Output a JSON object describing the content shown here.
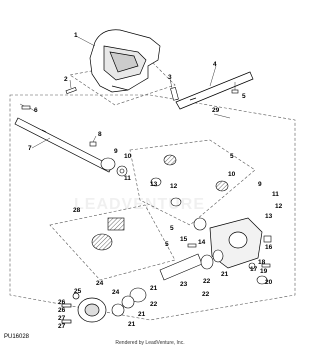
{
  "callouts": [
    "1",
    "2",
    "3",
    "4",
    "5",
    "6",
    "7",
    "8",
    "9",
    "10",
    "11",
    "12",
    "13",
    "28",
    "29",
    "14",
    "15",
    "16",
    "17",
    "18",
    "19",
    "20",
    "21",
    "22",
    "23",
    "24",
    "25",
    "26",
    "27",
    "5",
    "9",
    "10",
    "11",
    "12",
    "13",
    "5",
    "21",
    "22",
    "22",
    "21",
    "21",
    "5",
    "26",
    "27",
    "24"
  ],
  "watermark": "LEADVENTURE",
  "footer": {
    "diagram_id": "PU16028",
    "credit": "Rendered by LeadVenture, Inc."
  }
}
